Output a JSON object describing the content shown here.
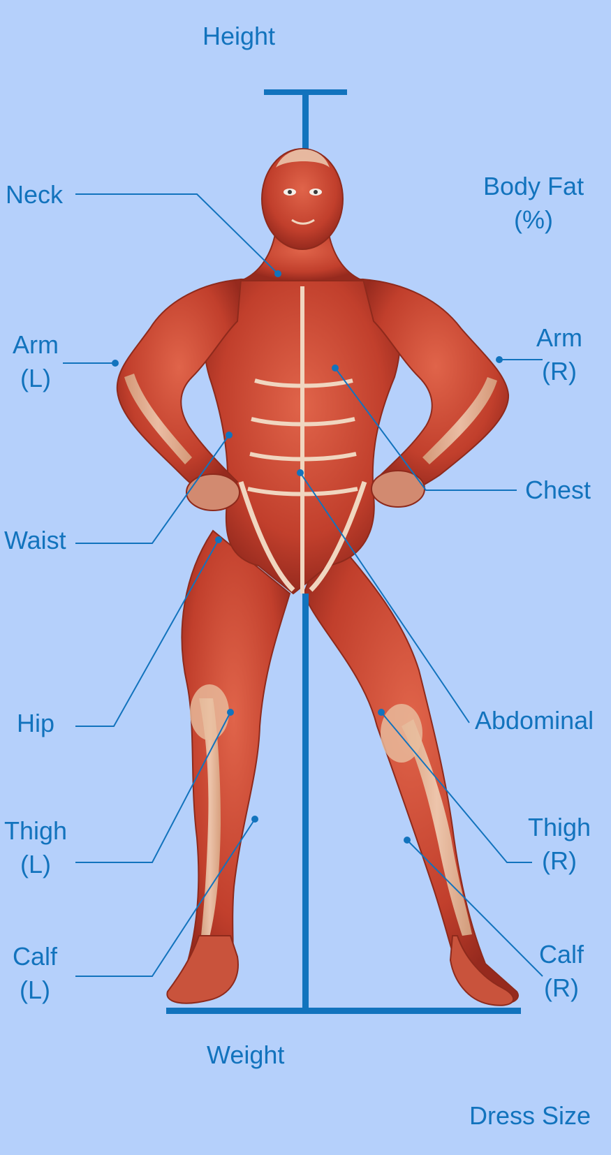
{
  "colors": {
    "background": "#b5d0fb",
    "accent": "#1273bd",
    "muscle": "#c8432f",
    "tendon": "#ecc9a8"
  },
  "labels": {
    "height": "Height",
    "neck": "Neck",
    "body_fat": "Body Fat\n(%)",
    "arm_left": "Arm\n(L)",
    "arm_right": "Arm\n(R)",
    "chest": "Chest",
    "waist": "Waist",
    "hip": "Hip",
    "abdominal": "Abdominal",
    "thigh_left": "Thigh\n(L)",
    "thigh_right": "Thigh\n(R)",
    "calf_left": "Calf\n(L)",
    "calf_right": "Calf\n(R)",
    "weight": "Weight",
    "dress_size": "Dress Size"
  },
  "figure": {
    "image": "muscular-anatomy-male-figure"
  }
}
